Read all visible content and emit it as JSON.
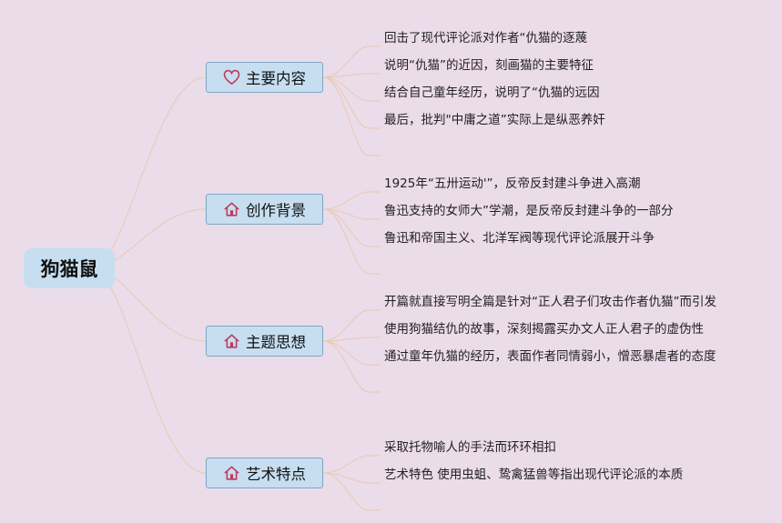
{
  "root": {
    "label": "狗猫鼠"
  },
  "branches": [
    {
      "label": "主要内容",
      "icon": "heart-icon",
      "items": [
        "回击了现代评论派对作者“仇猫的逐蔑",
        "说明“仇猫”的近因，刻画猫的主要特征",
        "结合自己童年经历，说明了“仇猫的远因",
        "最后，批判\"中庸之道”实际上是纵恶养奸"
      ]
    },
    {
      "label": "创作背景",
      "icon": "home-icon",
      "items": [
        "1925年“五卅运动'”，反帝反封建斗争进入高潮",
        "鲁迅支持的女师大”学潮，是反帝反封建斗争的一部分",
        "鲁迅和帝国主义、北洋军阀等现代评论派展开斗争"
      ]
    },
    {
      "label": "主题思想",
      "icon": "home-icon",
      "items": [
        "开篇就直接写明全篇是针对“正人君子们攻击作者仇猫”而引发",
        "使用狗猫结仇的故事，深刻揭露买办文人正人君子的虚伪性",
        "通过童年仇猫的经历，表面作者同情弱小，憎恶暴虐者的态度"
      ]
    },
    {
      "label": "艺术特点",
      "icon": "home-icon",
      "items": [
        "采取托物喻人的手法而环环相扣",
        "艺术特色 使用虫蛆、鸷禽猛兽等指出现代评论派的本质"
      ]
    }
  ],
  "colors": {
    "background": "#ebdcea",
    "node_fill": "#c6def0",
    "node_border": "#7fa6c2",
    "connector": "#e8ccb8",
    "icon": "#c0395a"
  }
}
